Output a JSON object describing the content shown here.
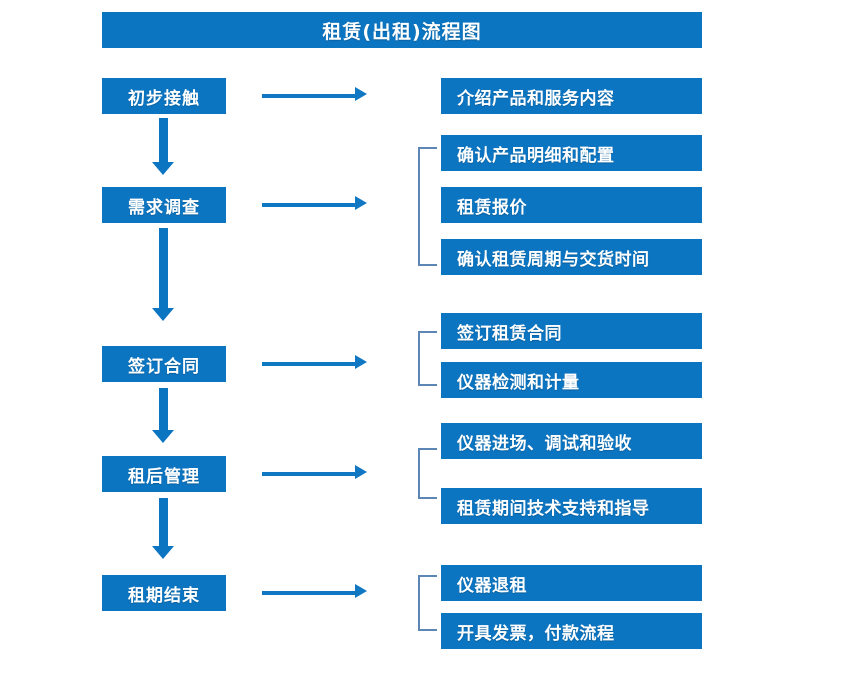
{
  "chart_data": {
    "type": "diagram",
    "title": "租赁(出租)流程图",
    "orientation": "vertical-left-stages-with-right-details"
  },
  "header": {
    "title": "租赁(出租)流程图"
  },
  "stages": [
    {
      "label": "初步接触"
    },
    {
      "label": "需求调查"
    },
    {
      "label": "签订合同"
    },
    {
      "label": "租后管理"
    },
    {
      "label": "租期结束"
    }
  ],
  "details": {
    "group1": [
      {
        "label": "介绍产品和服务内容"
      }
    ],
    "group2": [
      {
        "label": "确认产品明细和配置"
      },
      {
        "label": "租赁报价"
      },
      {
        "label": "确认租赁周期与交货时间"
      }
    ],
    "group3": [
      {
        "label": "签订租赁合同"
      },
      {
        "label": "仪器检测和计量"
      }
    ],
    "group4": [
      {
        "label": "仪器进场、调试和验收"
      },
      {
        "label": "租赁期间技术支持和指导"
      }
    ],
    "group5": [
      {
        "label": "仪器退租"
      },
      {
        "label": "开具发票，付款流程"
      }
    ]
  },
  "colors": {
    "box_blue": "#0C75C1",
    "arrow_blue": "#1077C3",
    "bracket_blue": "#5B86B5",
    "text_white": "#FFFFFF",
    "background": "#FFFFFF"
  }
}
